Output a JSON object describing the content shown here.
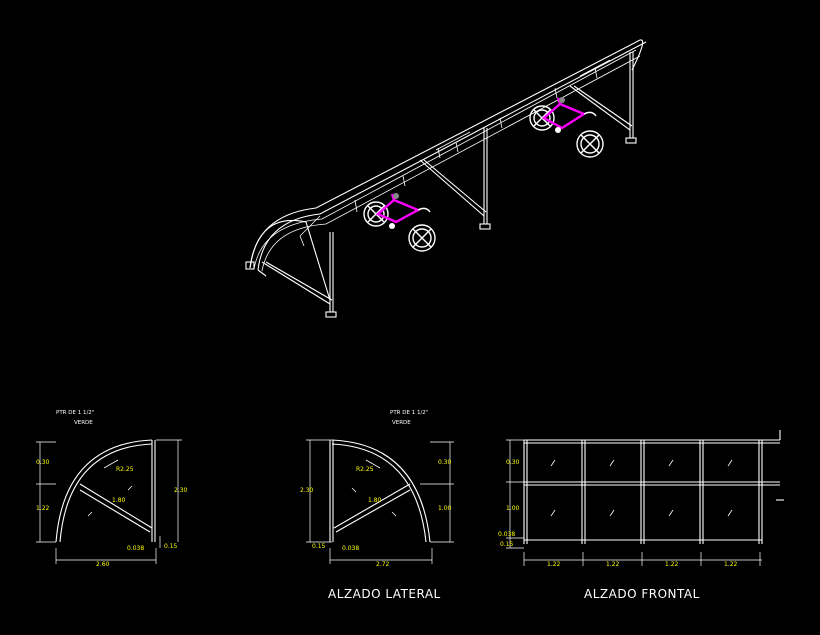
{
  "titles": {
    "lateral": "ALZADO LATERAL",
    "frontal": "ALZADO FRONTAL"
  },
  "notes": {
    "left": [
      "PTR DE 1 1/2\"",
      "VERDE"
    ],
    "middle": [
      "PTR DE 1 1/2\"",
      "VERDE"
    ]
  },
  "left_elev": {
    "radius": "R2.25",
    "top_gap": "0.30",
    "mid_height": "1.22",
    "brace": "1.80",
    "total_height": "2.30",
    "base_small": "0.038",
    "right_small": "0.15",
    "width": "2.60"
  },
  "mid_elev": {
    "radius": "R2.25",
    "top_gap": "0.30",
    "total_height": "2.30",
    "brace": "1.80",
    "right_height": "1.00",
    "left_small": "0.15",
    "base_small": "0.038",
    "width": "2.72"
  },
  "front_elev": {
    "top_gap": "0.30",
    "mid_height": "1.00",
    "base_small": "0.038",
    "base_small2": "0.15",
    "bays": [
      "1.22",
      "1.22",
      "1.22",
      "1.22"
    ]
  },
  "colors": {
    "background": "#000000",
    "lines": "#ffffff",
    "dimensions": "#ffff00",
    "bike_frame": "#ff00ff"
  }
}
